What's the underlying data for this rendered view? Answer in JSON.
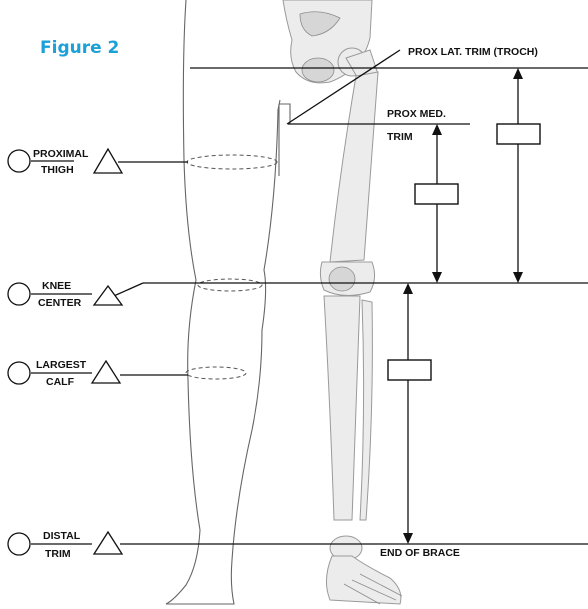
{
  "figure_title": "Figure 2",
  "colors": {
    "title": "#1ba0d7",
    "line": "#111111",
    "bone": "#ececec"
  },
  "labels": {
    "prox_lat_trim": "PROX LAT. TRIM (TROCH)",
    "prox_med_trim_1": "PROX MED.",
    "prox_med_trim_2": "TRIM",
    "end_of_brace": "END OF BRACE"
  },
  "measurements": [
    {
      "id": "proximal-thigh",
      "line1": "PROXIMAL",
      "line2": "THIGH"
    },
    {
      "id": "knee-center",
      "line1": "KNEE",
      "line2": "CENTER"
    },
    {
      "id": "largest-calf",
      "line1": "LARGEST",
      "line2": "CALF"
    },
    {
      "id": "distal-trim",
      "line1": "DISTAL",
      "line2": "TRIM"
    }
  ]
}
